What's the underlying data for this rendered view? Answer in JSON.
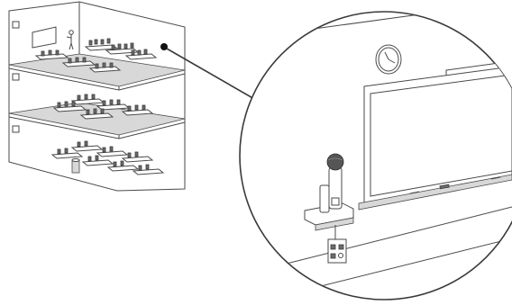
{
  "figure": {
    "building": {
      "floors": [
        {
          "name": "top",
          "desk_rows": 3,
          "has_presenter": true,
          "has_screen": true
        },
        {
          "name": "middle",
          "desk_rows": 3
        },
        {
          "name": "bottom",
          "desk_rows": 4,
          "has_trash_bin": true
        }
      ]
    },
    "callout": {
      "from": "top-floor",
      "to": "magnified-view"
    },
    "magnified_view": {
      "items": [
        "wall-clock",
        "projector-screen-housing",
        "whiteboard",
        "marker-tray",
        "microphone-charging-base",
        "wall-outlet"
      ]
    },
    "colors": {
      "line": "#4a4a4a",
      "fill": "#ffffff",
      "accent": "#6d6d6d"
    }
  }
}
